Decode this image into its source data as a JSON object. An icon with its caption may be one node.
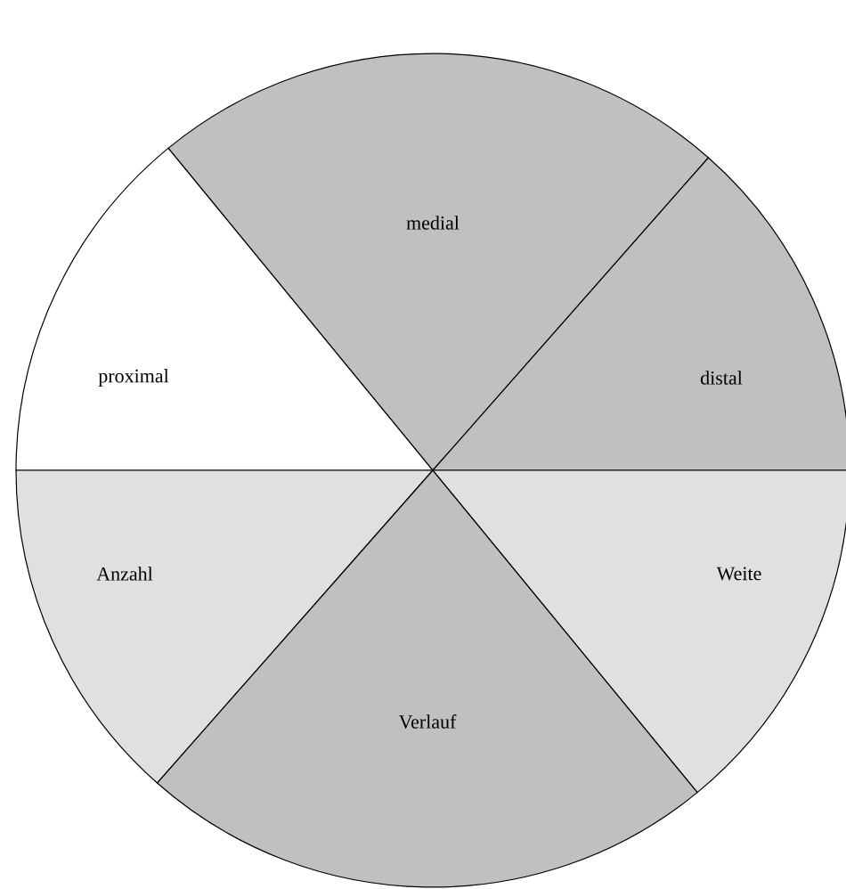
{
  "diagram": {
    "nodes": [
      {
        "text": [
          "medial"
        ]
      },
      {
        "text": [
          "proximal"
        ]
      },
      {
        "text": [
          "distal"
        ]
      },
      {
        "text": [
          "Anzahl"
        ]
      },
      {
        "text": [
          "Weite"
        ]
      },
      {
        "text": [
          "Verlauf"
        ]
      }
    ]
  }
}
